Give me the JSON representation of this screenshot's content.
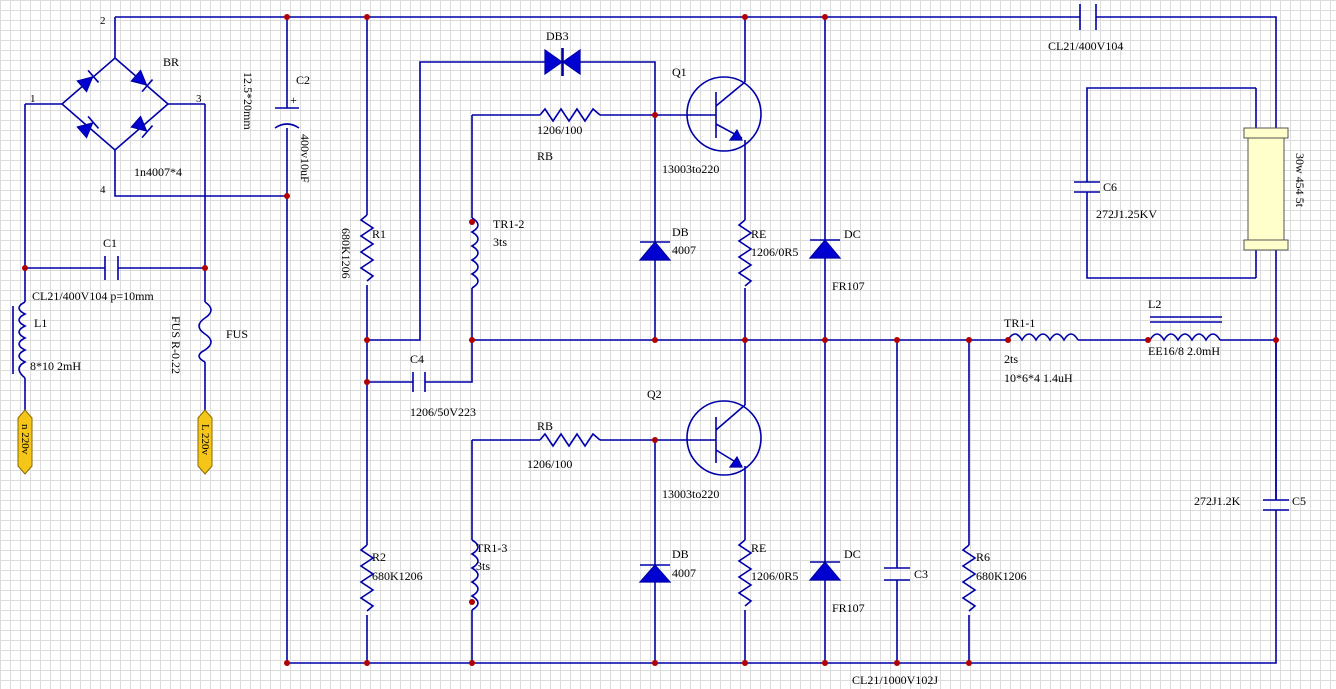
{
  "labels": {
    "node2": "2",
    "node1": "1",
    "node3": "3",
    "node4": "4",
    "br": "BR",
    "br_part": "1n4007*4",
    "c2": "C2",
    "c2_size": "12.5*20mm",
    "c2_val": "400v10uF",
    "c2_plus": "+",
    "db3": "DB3",
    "q1": "Q1",
    "q1_part": "13003to220",
    "rb_top_val": "1206/100",
    "rb_top": "RB",
    "db_top": "DB",
    "db_top_val": "4007",
    "re_top": "RE",
    "re_top_val": "1206/0R5",
    "dc_top": "DC",
    "dc_top_val": "FR107",
    "r1": "R1",
    "r1_val": "680K1206",
    "tr12": "TR1-2",
    "tr12_val": "3ts",
    "c1": "C1",
    "c1_val": "CL21/400V104 p=10mm",
    "l1": "L1",
    "l1_val": "8*10  2mH",
    "fus": "FUS",
    "fus_val": "FUS R-0.22",
    "n220": "n 220v",
    "l220": "L 220v",
    "c4": "C4",
    "c4_val": "1206/50V223",
    "q2": "Q2",
    "q2_part": "13003to220",
    "rb_bot": "RB",
    "rb_bot_val": "1206/100",
    "db_bot": "DB",
    "db_bot_val": "4007",
    "re_bot": "RE",
    "re_bot_val": "1206/0R5",
    "dc_bot": "DC",
    "dc_bot_val": "FR107",
    "r2": "R2",
    "r2_val": "680K1206",
    "tr13": "TR1-3",
    "tr13_val": "3ts",
    "c3": "C3",
    "c3_val": "CL21/1000V102J",
    "r6": "R6",
    "r6_val": "680K1206",
    "tr11": "TR1-1",
    "tr11_val1": "2ts",
    "tr11_val2": "10*6*4  1.4uH",
    "l2": "L2",
    "l2_val": "EE16/8  2.0mH",
    "c_top_val": "CL21/400V104",
    "c6": "C6",
    "c6_val": "272J1.25KV",
    "lamp_val": "30w 454 5t",
    "c5": "C5",
    "c5_val": "272J1.2K"
  },
  "colors": {
    "wire": "#0000a8",
    "junction": "#b00000",
    "grid": "#dcdcdc",
    "pin": "#f5c518"
  }
}
